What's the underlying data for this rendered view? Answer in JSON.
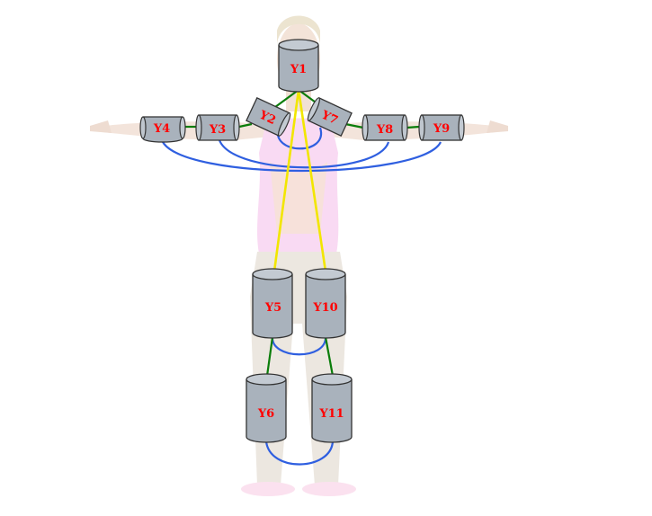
{
  "diagram": {
    "nodes": [
      {
        "id": "Y1",
        "label": "Y1",
        "part": "head"
      },
      {
        "id": "Y2",
        "label": "Y2",
        "part": "right-shoulder"
      },
      {
        "id": "Y3",
        "label": "Y3",
        "part": "right-upper-arm"
      },
      {
        "id": "Y4",
        "label": "Y4",
        "part": "right-forearm"
      },
      {
        "id": "Y5",
        "label": "Y5",
        "part": "right-thigh"
      },
      {
        "id": "Y6",
        "label": "Y6",
        "part": "right-shin"
      },
      {
        "id": "Y7",
        "label": "Y7",
        "part": "left-shoulder"
      },
      {
        "id": "Y8",
        "label": "Y8",
        "part": "left-upper-arm"
      },
      {
        "id": "Y9",
        "label": "Y9",
        "part": "left-forearm"
      },
      {
        "id": "Y10",
        "label": "Y10",
        "part": "left-thigh"
      },
      {
        "id": "Y11",
        "label": "Y11",
        "part": "left-shin"
      }
    ],
    "edges": {
      "green": [
        [
          "Y1",
          "Y2"
        ],
        [
          "Y1",
          "Y7"
        ],
        [
          "Y2",
          "Y3"
        ],
        [
          "Y3",
          "Y4"
        ],
        [
          "Y7",
          "Y8"
        ],
        [
          "Y8",
          "Y9"
        ],
        [
          "Y5",
          "Y6"
        ],
        [
          "Y10",
          "Y11"
        ]
      ],
      "yellow": [
        [
          "Y1",
          "Y5"
        ],
        [
          "Y1",
          "Y10"
        ]
      ],
      "blue": [
        [
          "Y2",
          "Y7"
        ],
        [
          "Y3",
          "Y8"
        ],
        [
          "Y4",
          "Y9"
        ],
        [
          "Y5",
          "Y10"
        ],
        [
          "Y6",
          "Y11"
        ]
      ]
    },
    "colors": {
      "green": "#0a7d0a",
      "yellow": "#f2e600",
      "blue": "#2f5fe0",
      "cylinder_fill": "#a9b2bc",
      "cylinder_top": "#c3cad2",
      "label": "#ff0000"
    }
  }
}
